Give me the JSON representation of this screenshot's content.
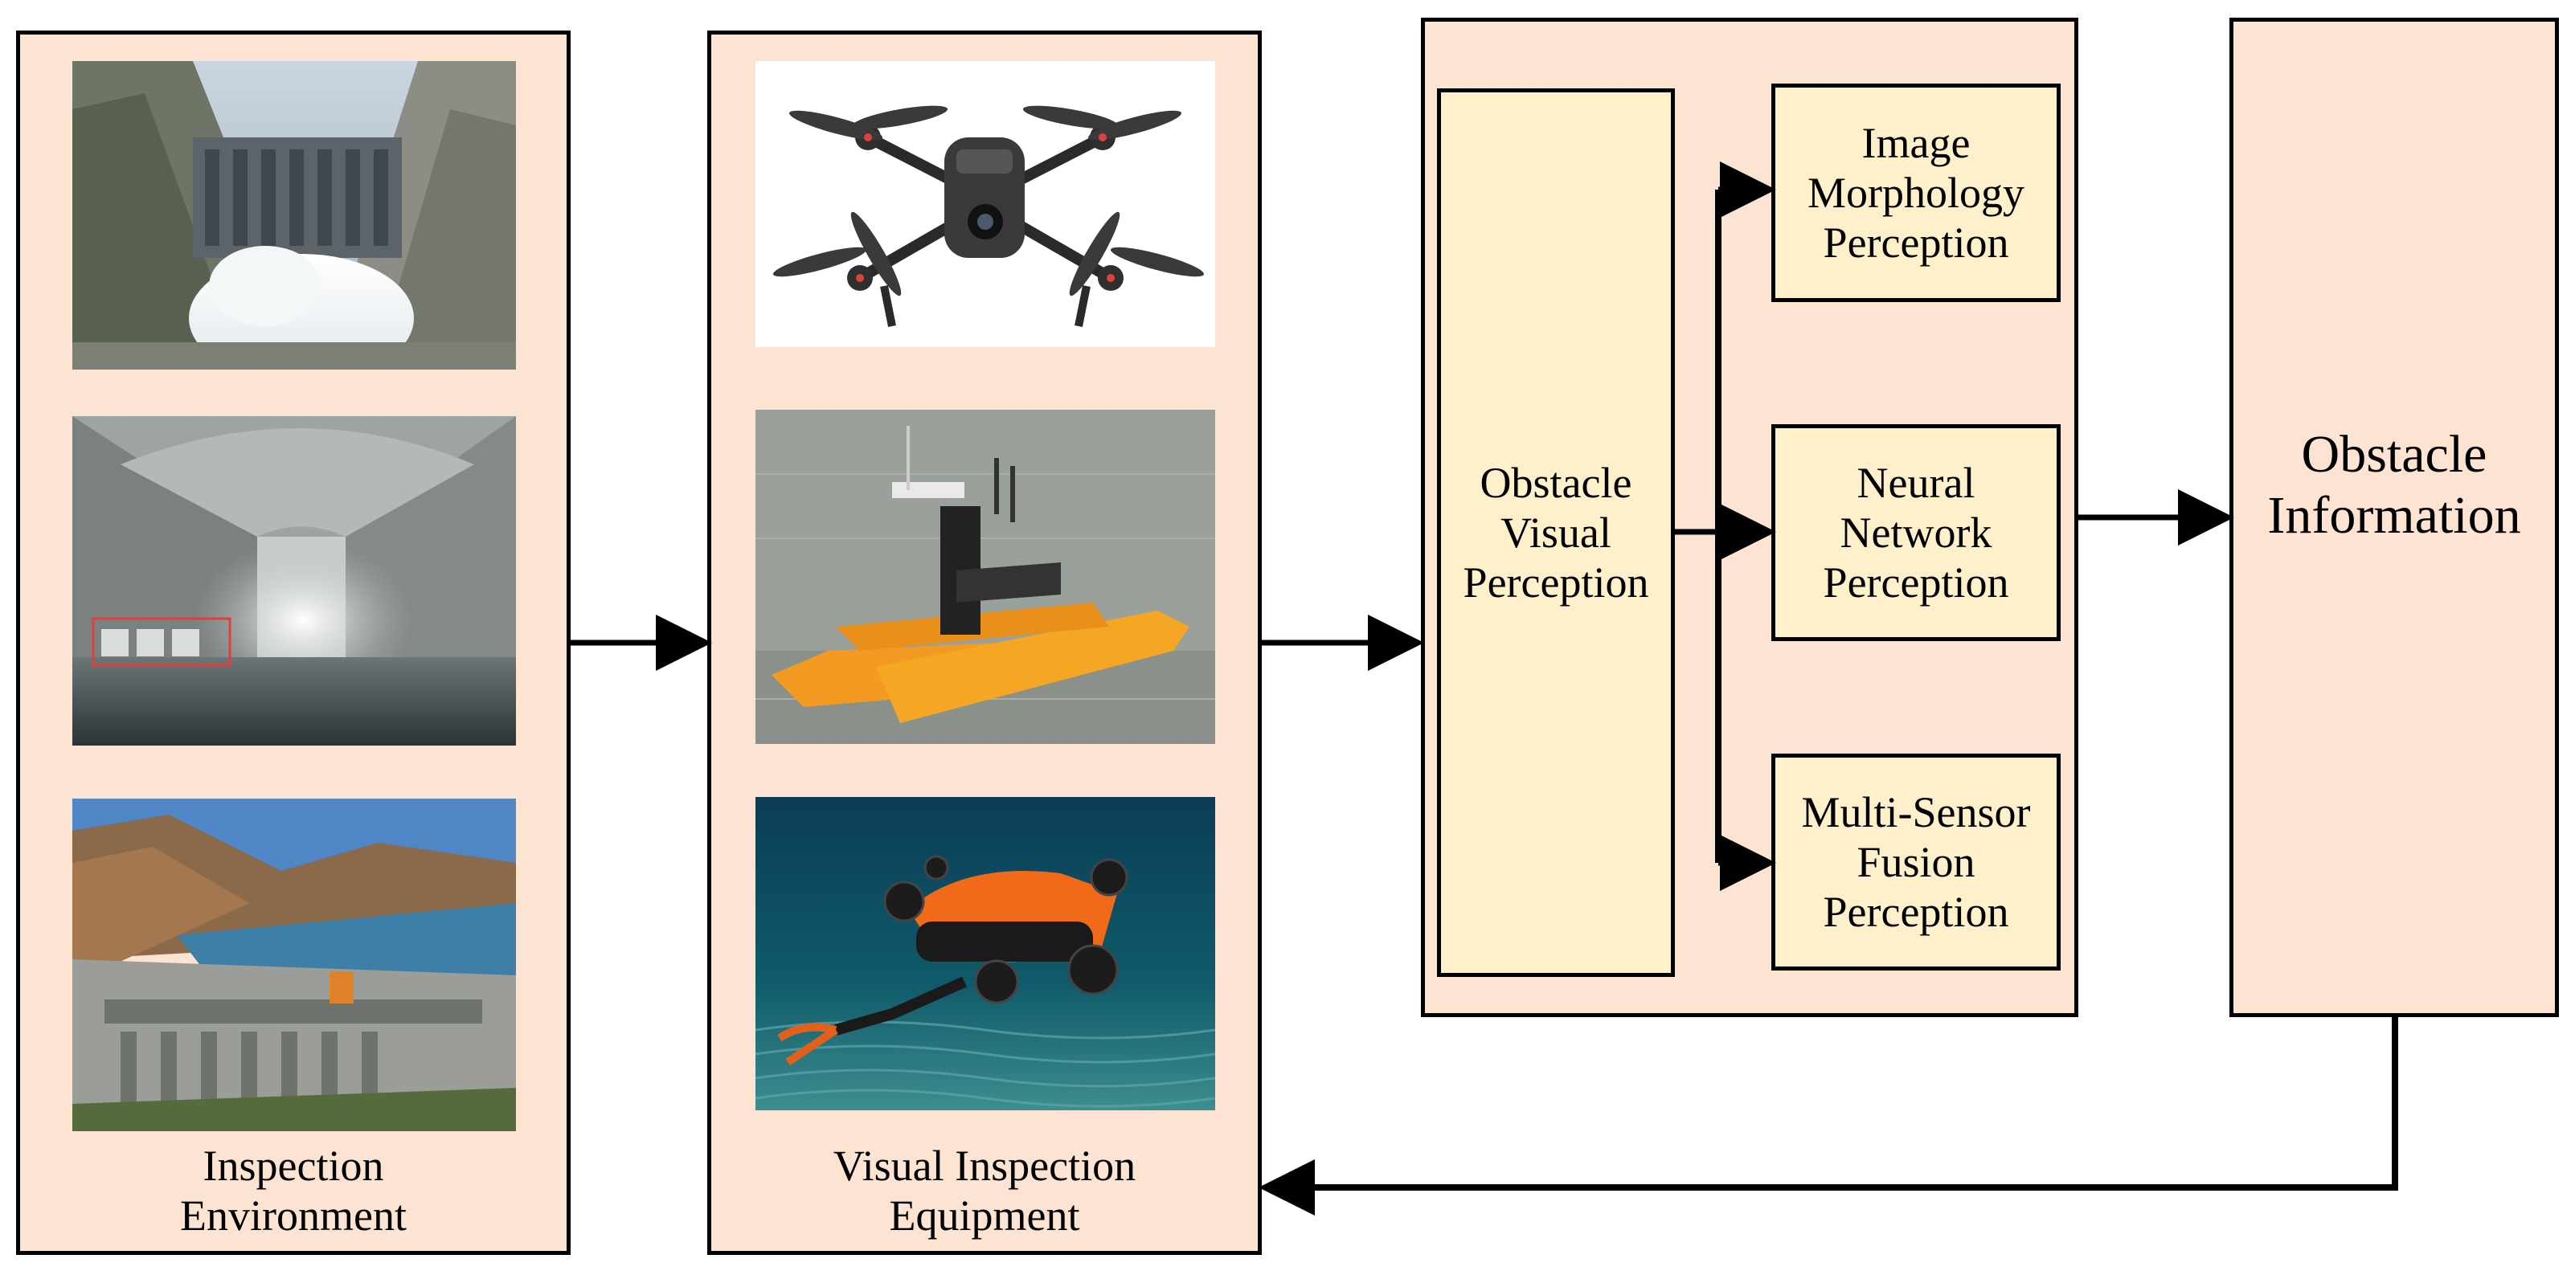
{
  "panels": {
    "environment": {
      "caption": "Inspection\nEnvironment",
      "images": [
        "dam-spillway-photo",
        "underground-tunnel-photo",
        "reservoir-dam-photo"
      ]
    },
    "equipment": {
      "caption": "Visual Inspection\nEquipment",
      "images": [
        "drone-photo",
        "unmanned-surface-vessel-photo",
        "underwater-robot-photo"
      ]
    },
    "perception": {
      "main": "Obstacle\nVisual\nPerception",
      "methods": [
        "Image\nMorphology\nPerception",
        "Neural\nNetwork\nPerception",
        "Multi-Sensor\nFusion\nPerception"
      ]
    },
    "output": {
      "label": "Obstacle\nInformation"
    }
  },
  "colors": {
    "outer_box": "#fde3d2",
    "inner_box": "#fef0cb",
    "line": "#000000"
  }
}
